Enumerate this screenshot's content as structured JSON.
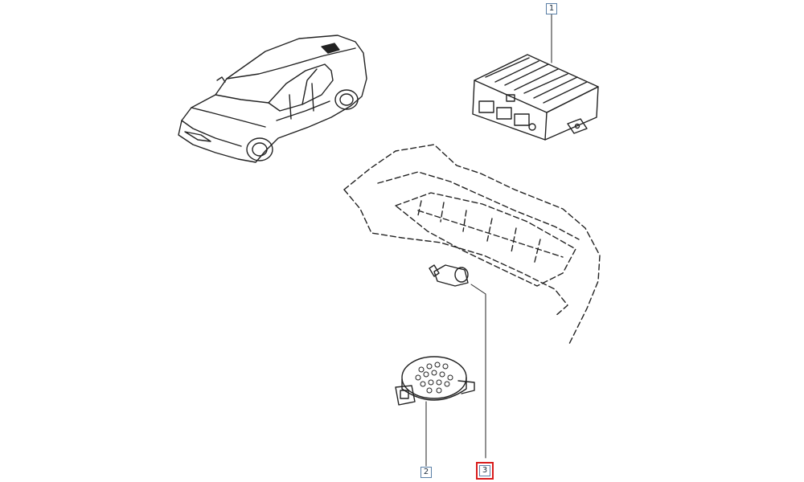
{
  "callouts": [
    {
      "id": "1",
      "label": "1",
      "selected": false
    },
    {
      "id": "2",
      "label": "2",
      "selected": false
    },
    {
      "id": "3",
      "label": "3",
      "selected": true
    }
  ],
  "parts": [
    {
      "callout": "1",
      "name": "control-unit"
    },
    {
      "callout": "2",
      "name": "buzzer"
    },
    {
      "callout": "3",
      "name": "parking-sensor"
    }
  ],
  "colors": {
    "line": "#222222",
    "callout_border": "#5a7fa6",
    "selected": "#d91c1c"
  }
}
